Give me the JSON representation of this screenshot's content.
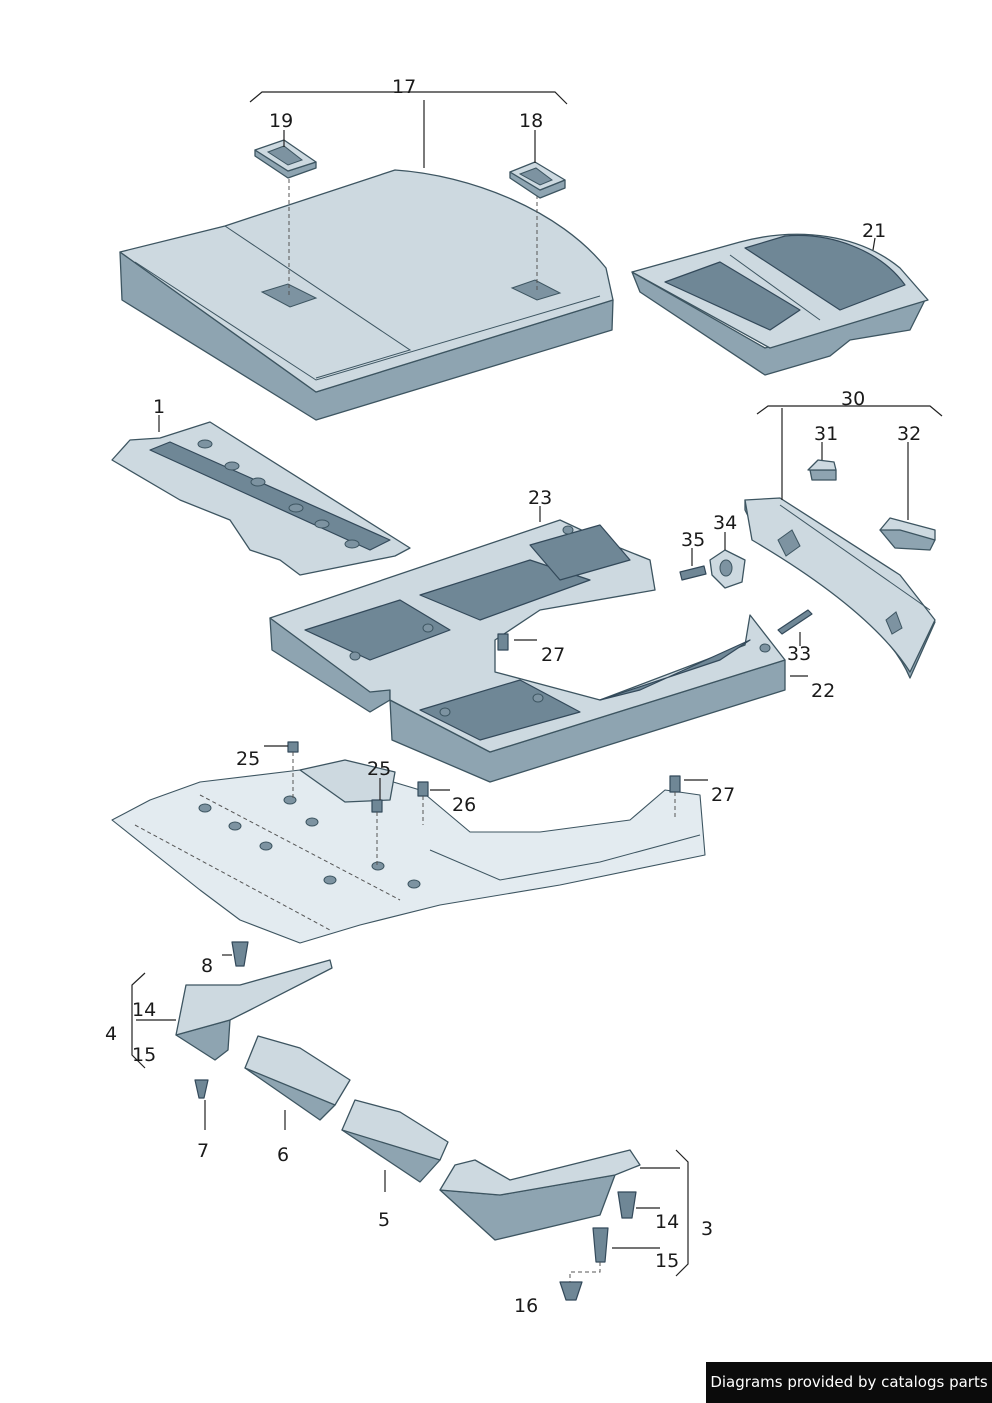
{
  "labels": {
    "p1": "1",
    "p3": "3",
    "p4": "4",
    "p5": "5",
    "p6": "6",
    "p7": "7",
    "p8": "8",
    "p14a": "14",
    "p14b": "14",
    "p15a": "15",
    "p15b": "15",
    "p16": "16",
    "p17": "17",
    "p18": "18",
    "p19": "19",
    "p21": "21",
    "p22": "22",
    "p23": "23",
    "p25a": "25",
    "p25b": "25",
    "p26": "26",
    "p27a": "27",
    "p27b": "27",
    "p30": "30",
    "p31": "31",
    "p32": "32",
    "p33": "33",
    "p34": "34",
    "p35": "35"
  },
  "footer": {
    "credit": "Diagrams provided by catalogs parts"
  }
}
